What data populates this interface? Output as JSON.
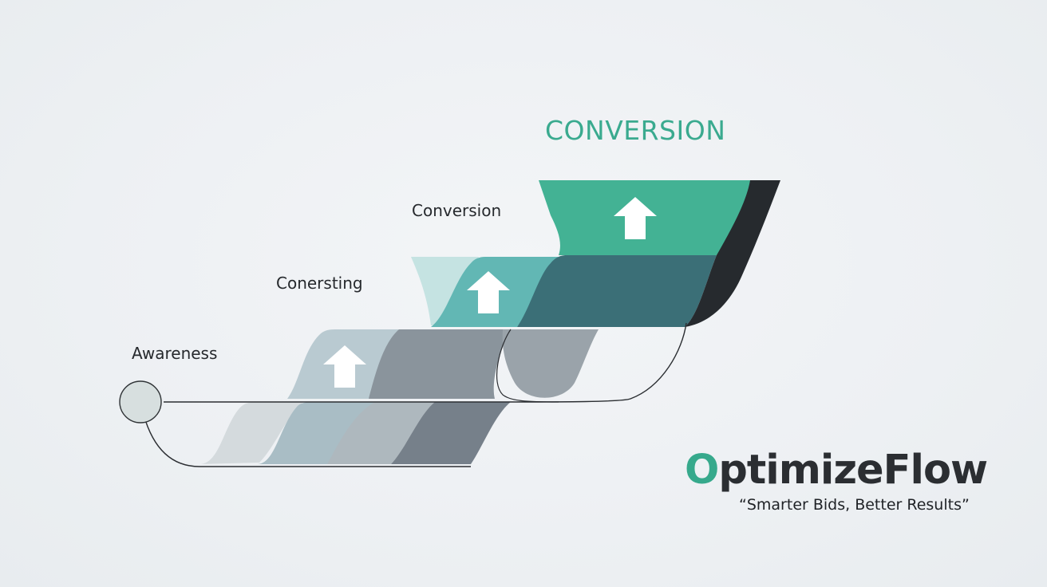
{
  "diagram": {
    "heading": "CONVERSION",
    "stages": [
      {
        "label": "Awareness"
      },
      {
        "label": "Conersting"
      },
      {
        "label": "Conversion"
      }
    ]
  },
  "brand": {
    "name_first_letter": "O",
    "name_rest": "ptimizeFlow",
    "tagline": "“Smarter Bids, Better Results”"
  },
  "colors": {
    "background": "#eef1f4",
    "accent_green": "#3aaa8f",
    "dark": "#26292d",
    "teal_mid": "#5bb8b3",
    "slate": "#3a6f77"
  },
  "icons": [
    "up-arrow-icon",
    "start-node-icon"
  ]
}
